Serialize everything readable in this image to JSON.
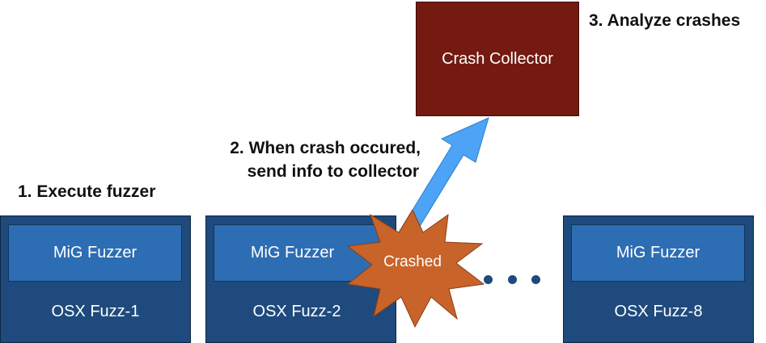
{
  "steps": {
    "step1": "1. Execute fuzzer",
    "step2_line1": "2. When crash occured,",
    "step2_line2": "send info to collector",
    "step3": "3. Analyze crashes"
  },
  "collector": {
    "label": "Crash Collector",
    "color": "#741a10"
  },
  "machines": [
    {
      "fuzzer_label": "MiG Fuzzer",
      "name": "OSX Fuzz-1"
    },
    {
      "fuzzer_label": "MiG Fuzzer",
      "name": "OSX Fuzz-2"
    },
    {
      "fuzzer_label": "MiG Fuzzer",
      "name": "OSX Fuzz-8"
    }
  ],
  "crash": {
    "label": "Crashed",
    "color": "#c8632a"
  },
  "arrow": {
    "color": "#4da3f5"
  },
  "colors": {
    "machine": "#1f4a7d",
    "fuzzer": "#2d6db3"
  }
}
